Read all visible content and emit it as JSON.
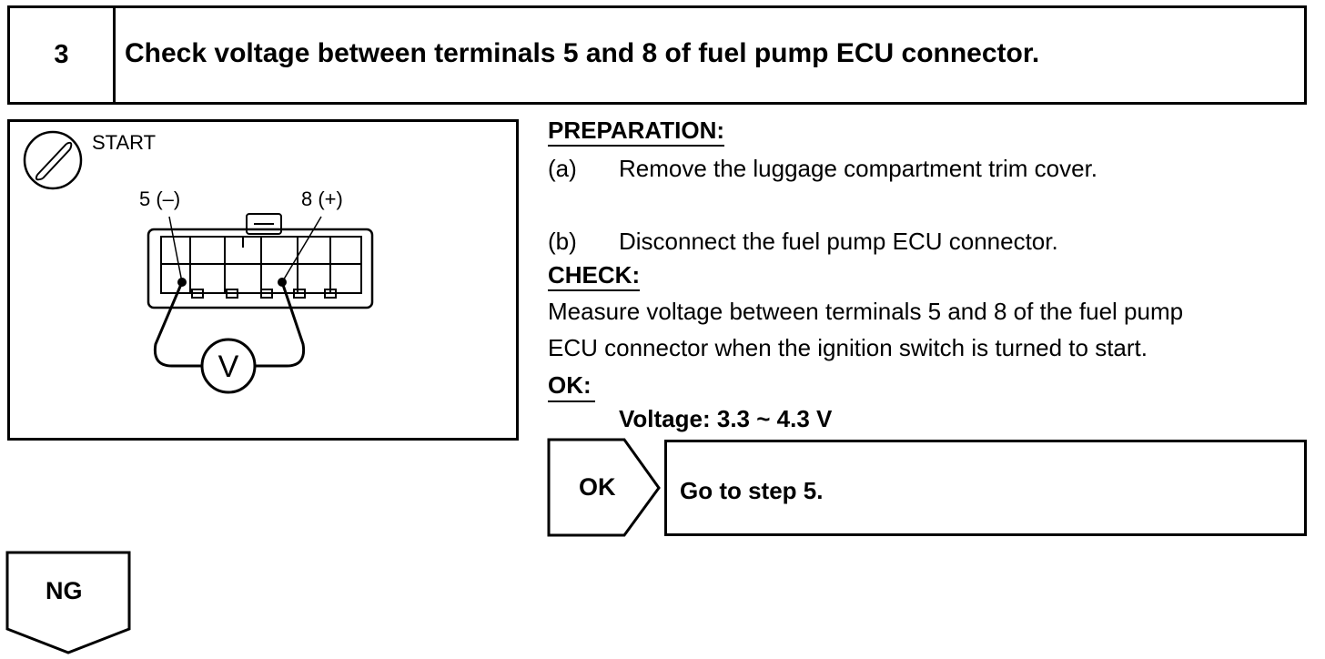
{
  "step": {
    "number": "3",
    "title": "Check voltage between terminals 5 and 8 of fuel pump ECU connector."
  },
  "illustration": {
    "ignition_label": "START",
    "terminal_neg_label": "5 (–)",
    "terminal_pos_label": "8 (+)",
    "meter_label": "V",
    "icons": [
      "ignition-key-icon",
      "connector-icon",
      "voltmeter-icon"
    ]
  },
  "preparation": {
    "heading": "PREPARATION:",
    "steps": [
      {
        "letter": "(a)",
        "text": "Remove the luggage compartment trim cover."
      },
      {
        "letter": "(b)",
        "text": "Disconnect the fuel pump ECU connector."
      }
    ]
  },
  "check": {
    "heading": "CHECK:",
    "line1": "Measure voltage between terminals 5 and 8 of the fuel pump",
    "line2": "ECU connector when the ignition switch is turned to start."
  },
  "ok_spec": {
    "heading": "OK:",
    "value": "Voltage: 3.3 ~ 4.3 V"
  },
  "ok_flow": {
    "label": "OK",
    "result": "Go to step 5."
  },
  "ng_flow": {
    "label": "NG"
  }
}
